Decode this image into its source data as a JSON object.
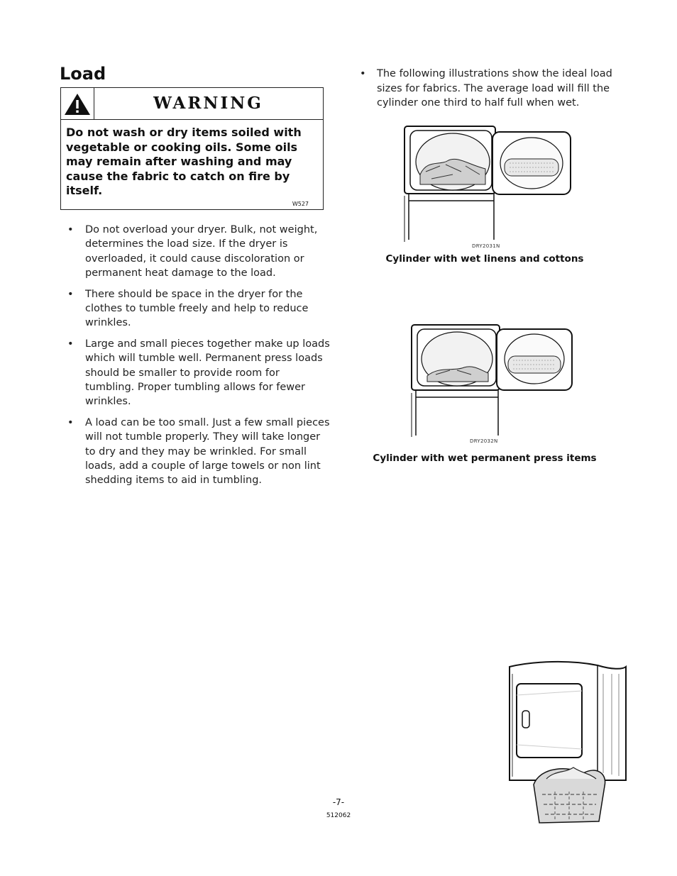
{
  "section": {
    "title": "Load"
  },
  "warning": {
    "title": "WARNING",
    "body": "Do not wash or dry items soiled with vegetable or cooking oils. Some oils may remain after washing and may cause the fabric to catch on fire by itself.",
    "code": "W527"
  },
  "bullets_left": [
    "Do not overload your dryer. Bulk, not weight, determines the load size. If the dryer is overloaded, it could cause discoloration or permanent heat damage to the load.",
    "There should be space in the dryer for the clothes to tumble freely and help to reduce wrinkles.",
    "Large and small pieces together make up loads which will tumble well. Permanent press loads should be smaller to provide room for tumbling. Proper tumbling allows for fewer wrinkles.",
    "A load can be too small. Just a few small pieces will not tumble properly. They will take longer to dry and they may be wrinkled. For small loads, add a couple of large towels or non lint shedding items to aid in tumbling."
  ],
  "bullet_right": "The following illustrations show the ideal load sizes for fabrics. The average load will fill the cylinder one third to half full when wet.",
  "figures": [
    {
      "code": "DRY2031N",
      "caption": "Cylinder with wet linens and cottons"
    },
    {
      "code": "DRY2032N",
      "caption": "Cylinder with wet permanent press items"
    }
  ],
  "footer": {
    "page": "-7-",
    "doc_number": "512062"
  }
}
